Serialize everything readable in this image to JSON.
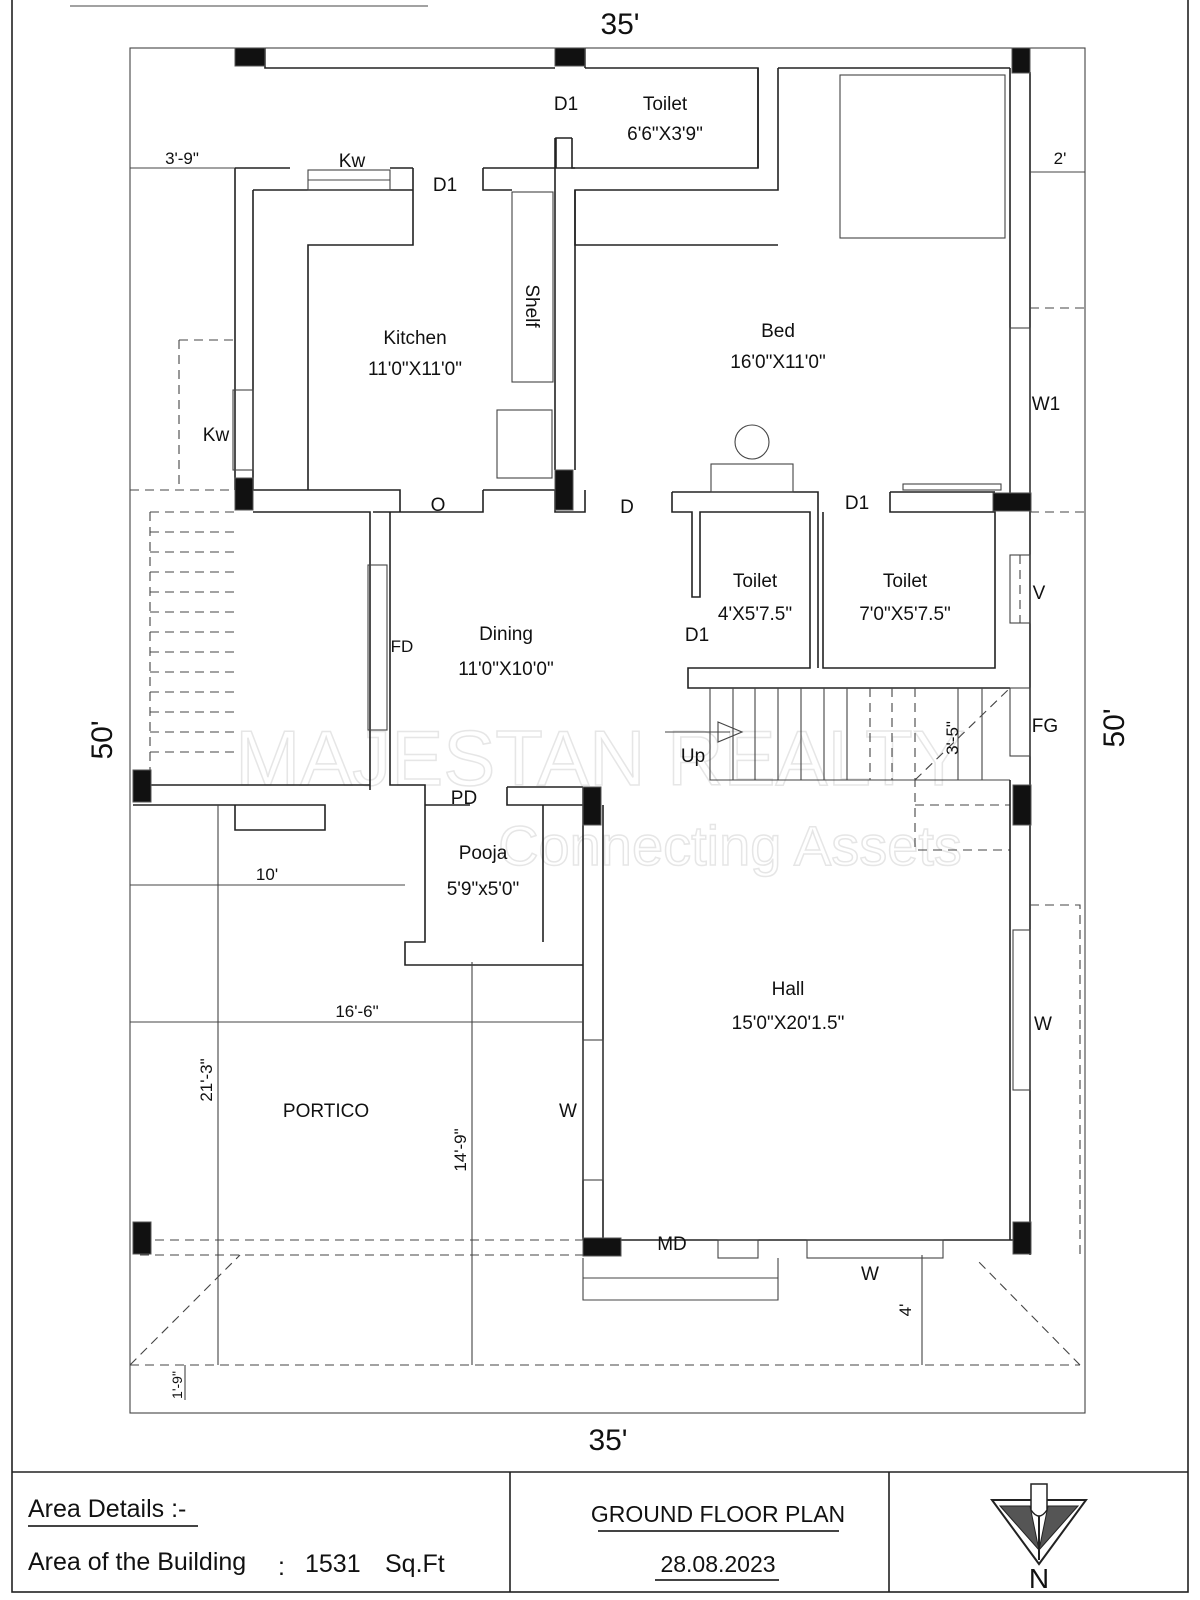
{
  "plan": {
    "dims": {
      "top": "35'",
      "bottom": "35'",
      "left": "50'",
      "right": "50'",
      "front_setback": "3'-9\"",
      "side_setback": "2'",
      "portico_width": "10'",
      "portico_depth": "16'-6\"",
      "portico_length": "21'-3\"",
      "pooja_offset": "14'-9\"",
      "front_step": "4'",
      "front_gap": "1'-9\"",
      "stair_width": "3'-5\""
    },
    "rooms": [
      {
        "name": "Toilet",
        "size": "6'6\"X3'9\""
      },
      {
        "name": "Kitchen",
        "size": "11'0\"X11'0\""
      },
      {
        "name": "Bed",
        "size": "16'0\"X11'0\""
      },
      {
        "name": "Dining",
        "size": "11'0\"X10'0\""
      },
      {
        "name": "Toilet",
        "size": "4'X5'7.5\""
      },
      {
        "name": "Toilet",
        "size": "7'0\"X5'7.5\""
      },
      {
        "name": "Pooja",
        "size": "5'9\"x5'0\""
      },
      {
        "name": "Hall",
        "size": "15'0\"X20'1.5\""
      },
      {
        "name": "PORTICO",
        "size": ""
      }
    ],
    "marks": {
      "shelf": "Shelf",
      "d1": "D1",
      "d": "D",
      "o": "O",
      "kw": "Kw",
      "w1": "W1",
      "v": "V",
      "fg": "FG",
      "fd": "FD",
      "up": "Up",
      "pd": "PD",
      "w": "W",
      "md": "MD"
    }
  },
  "watermark": {
    "line1": "MAJESTAN REALTY",
    "line2": "Connecting Assets"
  },
  "title_block": {
    "area_heading": "Area Details :-",
    "area_label": "Area of the Building",
    "area_sep": ":",
    "area_value": "1531",
    "area_unit": "Sq.Ft",
    "plan_title": "GROUND FLOOR PLAN",
    "date": "28.08.2023",
    "north": "N"
  }
}
